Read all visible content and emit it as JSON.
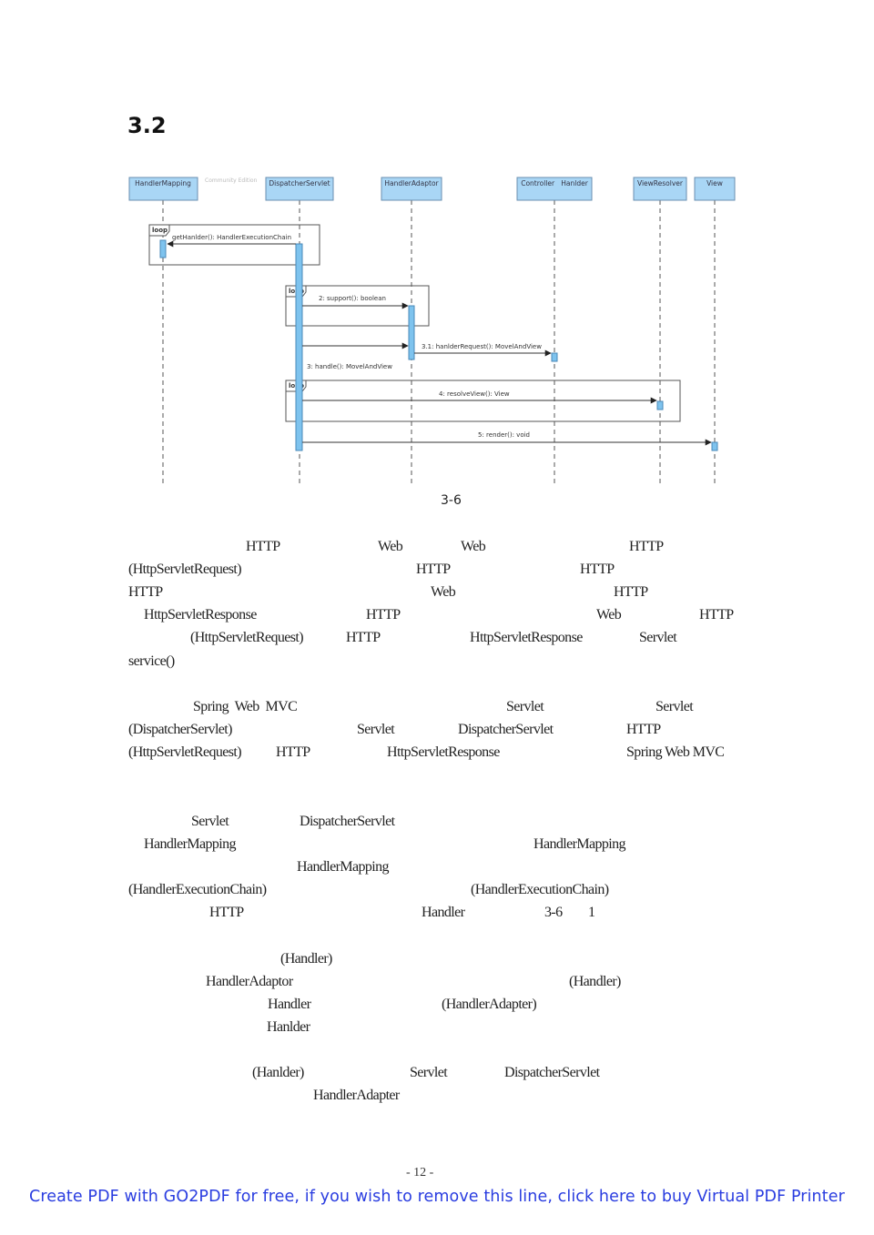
{
  "heading": "3.2",
  "figure": {
    "caption": "3-6",
    "lifelines": [
      {
        "name": "HandlerMapping"
      },
      {
        "name": "DispatcherServlet"
      },
      {
        "name": "HandlerAdaptor"
      },
      {
        "name": "Controller   Hanlder"
      },
      {
        "name": "ViewResolver"
      },
      {
        "name": "View"
      }
    ],
    "watermark_text": "Community Edition",
    "loop_label": "loop",
    "messages": [
      "getHanlder(): HandlerExecutionChain",
      "2: support(): boolean",
      "3.1: hanlderRequest(): MovelAndView",
      "3: handle(): MovelAndView",
      "4: resolveView(): View",
      "5: render(): void"
    ]
  },
  "paragraphs": {
    "p1": {
      "l1": [
        "HTTP",
        "Web",
        "Web",
        "HTTP"
      ],
      "l2": [
        "(HttpServletRequest)",
        "HTTP",
        "HTTP"
      ],
      "l3": [
        "HTTP",
        "Web",
        "HTTP"
      ],
      "l4": [
        "HttpServletResponse",
        "HTTP",
        "Web",
        "HTTP"
      ],
      "l5": [
        "(HttpServletRequest)",
        "HTTP",
        "HttpServletResponse",
        "Servlet"
      ],
      "l6": [
        "service()"
      ]
    },
    "p2": {
      "l1": [
        "Spring  Web  MVC",
        "Servlet",
        "Servlet"
      ],
      "l2": [
        "(DispatcherServlet)",
        "Servlet",
        "DispatcherServlet",
        "HTTP"
      ],
      "l3": [
        "(HttpServletRequest)",
        "HTTP",
        "HttpServletResponse",
        "Spring Web MVC"
      ]
    },
    "p3": {
      "l1": [
        "Servlet",
        "DispatcherServlet"
      ],
      "l2": [
        "HandlerMapping",
        "HandlerMapping"
      ],
      "l3": [
        "HandlerMapping"
      ],
      "l4": [
        "(HandlerExecutionChain)",
        "(HandlerExecutionChain)"
      ],
      "l5": [
        "HTTP",
        "Handler",
        "3-6",
        "1"
      ]
    },
    "p4": {
      "l1": [
        "(Handler)"
      ],
      "l2": [
        "HandlerAdaptor",
        "(Handler)"
      ],
      "l3": [
        "Handler",
        "(HandlerAdapter)"
      ],
      "l4": [
        "Hanlder"
      ]
    },
    "p5": {
      "l1": [
        "(Hanlder)",
        "Servlet",
        "DispatcherServlet"
      ],
      "l2": [
        "HandlerAdapter"
      ]
    }
  },
  "page_number": "- 12 -",
  "footer_link": "Create PDF with GO2PDF for free, if you wish to remove this line, click here to buy Virtual PDF Printer",
  "colors": {
    "lifeline_fill": "#a9d6f5",
    "activation_fill": "#7ec3ee",
    "footer_link": "#2a3de0"
  }
}
